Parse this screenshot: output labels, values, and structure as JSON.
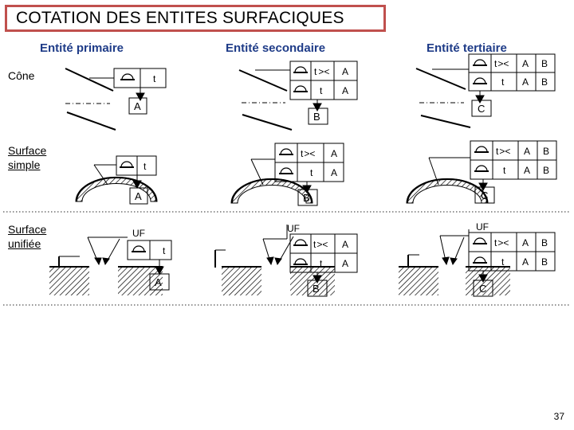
{
  "title": "COTATION DES ENTITES SURFACIQUES",
  "columns": {
    "primary": "Entité primaire",
    "secondary": "Entité secondaire",
    "tertiary": "Entité tertiaire"
  },
  "rows": {
    "cone": "Cône",
    "simple_line1": "Surface",
    "simple_line2": "simple",
    "unified_line1": "Surface",
    "unified_line2": "unifiée"
  },
  "frame": {
    "tol": "t",
    "free_state": "><",
    "ref_a": "A",
    "ref_b": "B",
    "ref_c": "C",
    "uf": "UF"
  },
  "page_number": "37",
  "colors": {
    "title_border": "#c0504d",
    "header_text": "#1f3c88"
  }
}
